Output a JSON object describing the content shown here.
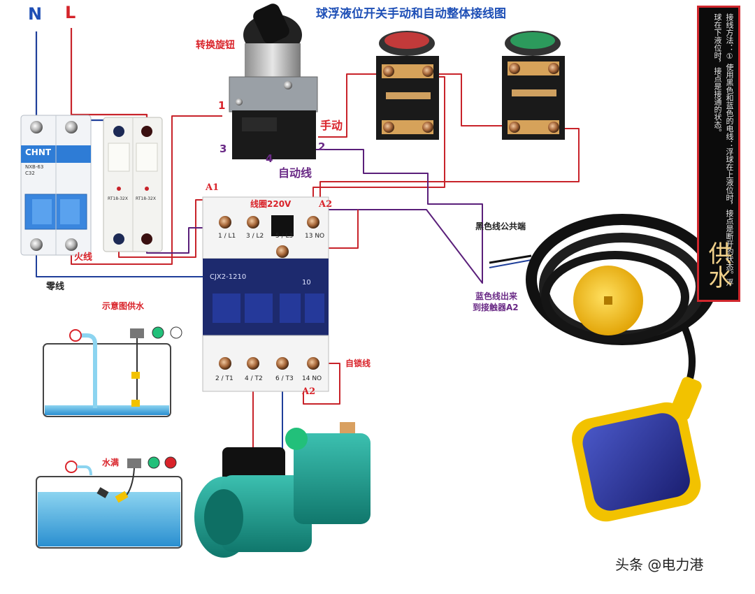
{
  "title": "球浮液位开关手动和自动整体接线图",
  "labels": {
    "neutral_letter": "N",
    "live_letter": "L",
    "selector_switch": "转换旋钮",
    "selector_t1": "1",
    "selector_t2": "2",
    "selector_t3": "3",
    "selector_t4": "4",
    "manual": "手动",
    "auto_line": "自动线",
    "coil": "线圈220V",
    "a1": "A1",
    "a2_top": "A2",
    "a2_bottom": "A2",
    "live_wire": "火线",
    "neutral_wire": "零线",
    "black_common": "黑色线公共端",
    "blue_out_1": "蓝色线出来",
    "blue_out_2": "到接触器A2",
    "self_lock": "自锁线",
    "sketch_supply": "示意图供水",
    "sketch_full": "水满",
    "watermark": "头条 @电力港"
  },
  "terminals": {
    "top": [
      "1 / L1",
      "3 / L2",
      "5 / L3",
      "13 NO"
    ],
    "bottom": [
      "2 / T1",
      "4 / T2",
      "6 / T3",
      "14 NO"
    ]
  },
  "devices": {
    "breaker_brand": "CHNT",
    "breaker_model": "NXB-63",
    "breaker_rating": "C32",
    "fuse_model": "RT18-32X",
    "contactor_model": "CJX2-1210",
    "contactor_aux": "10"
  },
  "side_panel": {
    "text": "接线方法：① 使用黑色和蓝色的电线：浮球在上液位时，接点是断开的状态。浮球在下液位时，接点是接通的状态。",
    "caption": "供水"
  },
  "colors": {
    "wire_red": "#c8232a",
    "wire_blue": "#1f3f9a",
    "wire_purple": "#5a1f7a",
    "label_red": "#d9232a",
    "label_blue": "#1e4fb6"
  }
}
